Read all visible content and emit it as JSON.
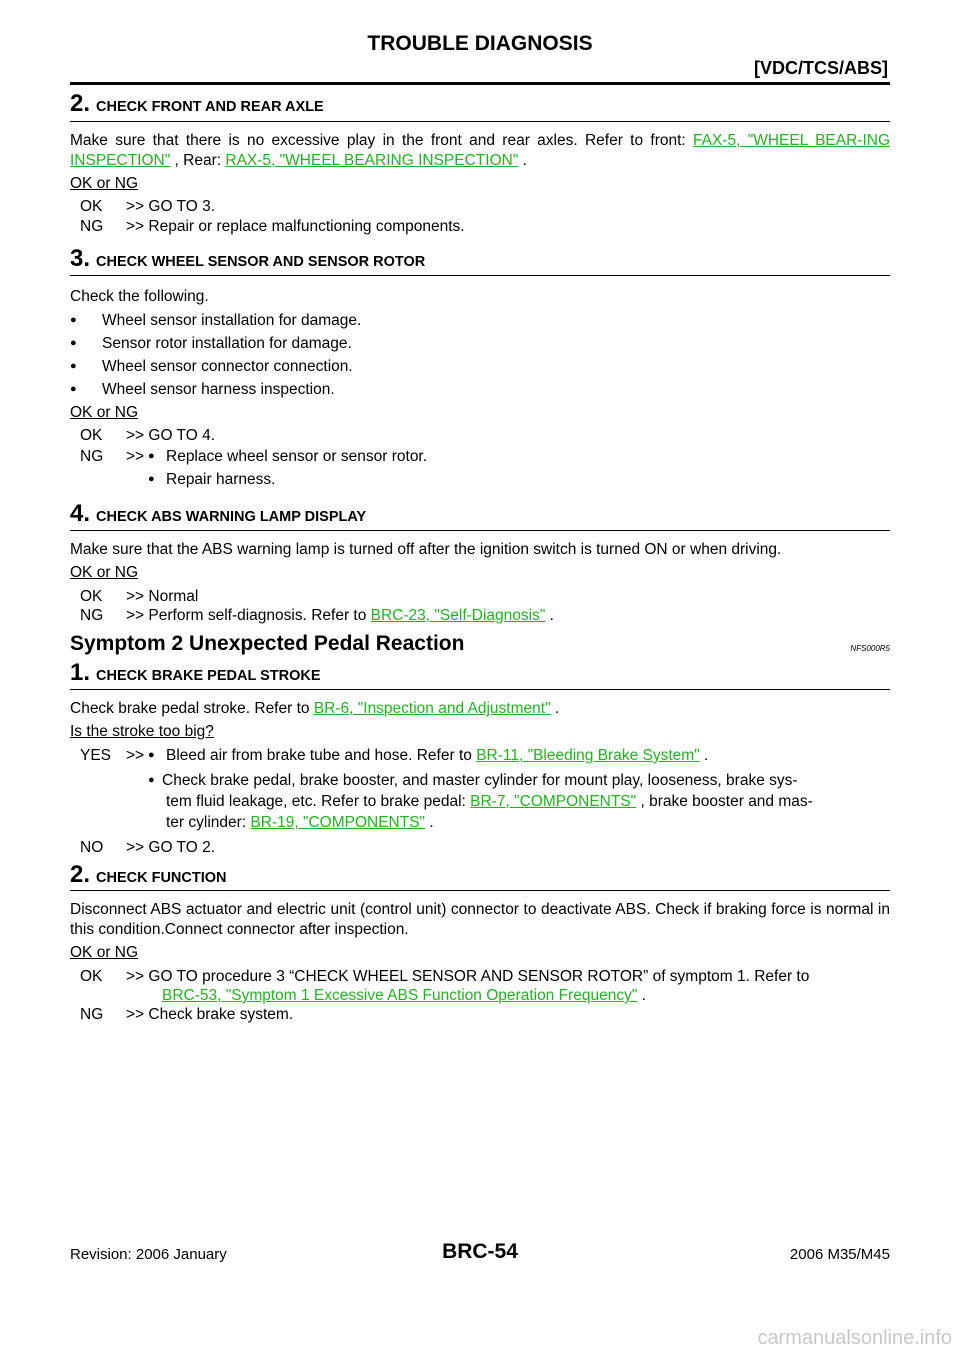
{
  "header": {
    "title": "TROUBLE DIAGNOSIS",
    "subtitle": "[VDC/TCS/ABS]"
  },
  "step2a": {
    "num": "2.",
    "title": "CHECK FRONT AND REAR AXLE",
    "text_pre": "Make sure that there is no excessive play in the front and rear axles. Refer to front: ",
    "link1": "FAX-5, \"WHEEL BEAR-ING INSPECTION\"",
    "text_mid": " , Rear: ",
    "link2": "RAX-5, \"WHEEL BEARING INSPECTION\"",
    "text_post": " .",
    "question": "OK or NG",
    "ok_key": "OK",
    "ok_text": ">> GO TO 3.",
    "ng_key": "NG",
    "ng_text": ">> Repair or replace malfunctioning components."
  },
  "step3": {
    "num": "3.",
    "title": "CHECK WHEEL SENSOR AND SENSOR ROTOR",
    "text": "Check the following.",
    "bullets": [
      "Wheel sensor installation for damage.",
      "Sensor rotor installation for damage.",
      "Wheel sensor connector connection.",
      "Wheel sensor harness inspection."
    ],
    "question": "OK or NG",
    "ok_key": "OK",
    "ok_text": ">> GO TO 4.",
    "ng_key": "NG",
    "ng_prefix": ">>",
    "ng_bullets": [
      "Replace wheel sensor or sensor rotor.",
      "Repair harness."
    ]
  },
  "step4": {
    "num": "4.",
    "title": "CHECK ABS WARNING LAMP DISPLAY",
    "text": "Make sure that the ABS warning lamp is turned off after the ignition switch is turned ON or when driving.",
    "question": "OK or NG",
    "ok_key": "OK",
    "ok_text": ">> Normal",
    "ng_key": "NG",
    "ng_text": ">> Perform self-diagnosis. Refer to ",
    "ng_link": "BRC-23, \"Self-Diagnosis\"",
    "ng_post": " ."
  },
  "symptom2": {
    "title": "Symptom 2 Unexpected Pedal Reaction",
    "code": "NFS000R5"
  },
  "step1b": {
    "num": "1.",
    "title": "CHECK BRAKE PEDAL STROKE",
    "text_pre": "Check brake pedal stroke. Refer to ",
    "link": "BR-6, \"Inspection and Adjustment\"",
    "text_post": " .",
    "question": "Is the stroke too big?",
    "yes_key": "YES",
    "yes_prefix": ">>",
    "yes_b1_pre": "Bleed air from brake tube and hose. Refer to ",
    "yes_b1_link": "BR-11, \"Bleeding Brake System\"",
    "yes_b1_post": " .",
    "yes_b2_line1": "Check brake pedal, brake booster, and master cylinder for mount play, looseness, brake sys-",
    "yes_b2_line2_pre": "tem fluid leakage, etc. Refer to brake pedal: ",
    "yes_b2_link1": "BR-7, \"COMPONENTS\"",
    "yes_b2_line2_post": " , brake booster and mas-",
    "yes_b2_line3_pre": "ter cylinder: ",
    "yes_b2_link2": "BR-19, \"COMPONENTS\"",
    "yes_b2_line3_post": " .",
    "no_key": "NO",
    "no_text": ">> GO TO 2."
  },
  "step2b": {
    "num": "2.",
    "title": "CHECK FUNCTION",
    "text": "Disconnect ABS actuator and electric unit (control unit) connector to deactivate ABS. Check if braking force is normal in this condition.Connect connector after inspection.",
    "question": "OK or NG",
    "ok_key": "OK",
    "ok_text": ">> GO TO procedure 3 “CHECK WHEEL SENSOR AND SENSOR ROTOR” of symptom 1. Refer to",
    "ok_link": "BRC-53, \"Symptom 1 Excessive ABS Function Operation Frequency\"",
    "ok_post": " .",
    "ng_key": "NG",
    "ng_text": ">> Check brake system."
  },
  "footer": {
    "page": "BRC-54",
    "revision": "Revision: 2006 January",
    "model": "2006 M35/M45",
    "watermark": "carmanualsonline.info"
  }
}
